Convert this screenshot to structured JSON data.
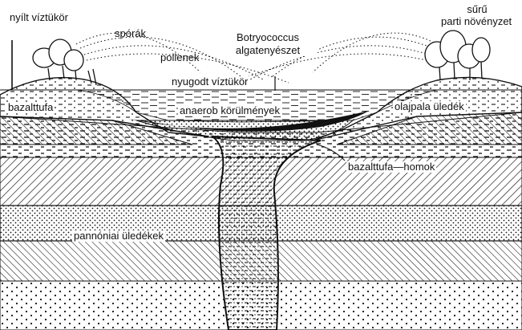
{
  "labels": {
    "open_water_surface": "nyílt víztükör",
    "spores": "spórák",
    "pollen": "pollenek",
    "algae_line1": "Botryococcus",
    "algae_line2": "algatenyészet",
    "dense_vegetation_line1": "sűrű",
    "dense_vegetation_line2": "parti növényzet",
    "calm_water_surface": "nyugodt víztükör",
    "basalt_tuff": "bazalttufa",
    "anaerobic_conditions": "anaerob körülmények",
    "oil_shale_sediment": "olajpala üledék",
    "basalt_tuff_sand": "bazalttufa—homok",
    "pannonian_sediments": "pannóniai üledékek"
  },
  "colors": {
    "ink": "#111111",
    "paper": "#ffffff"
  }
}
